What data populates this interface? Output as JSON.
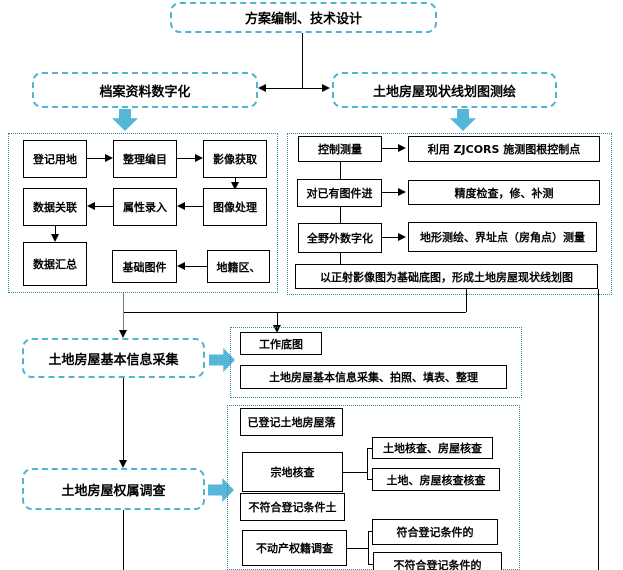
{
  "colors": {
    "accent_dashed_border": "#4fb3d4",
    "container_dotted_border": "#2e8b9a",
    "block_arrow": "#56b6d8",
    "line": "#000000"
  },
  "top": {
    "label": "方案编制、技术设计"
  },
  "level2": {
    "left_label": "档案资料数字化",
    "right_label": "土地房屋现状线划图测绘"
  },
  "left_flow": {
    "row1": [
      "登记用地",
      "整理编目",
      "影像获取"
    ],
    "row2": [
      "数据关联",
      "属性录入",
      "图像处理"
    ],
    "row3": [
      "数据汇总",
      "基础图件",
      "地籍区、"
    ]
  },
  "right_flow": {
    "steps": [
      {
        "label": "控制测量",
        "detail": "利用 ZJCORS 施测图根控制点"
      },
      {
        "label": "对已有图件进",
        "detail": "精度检查，修、补测"
      },
      {
        "label": "全野外数字化",
        "detail": "地形测绘、界址点（房角点）测量"
      }
    ],
    "footer": "以正射影像图为基础底图，形成土地房屋现状线划图"
  },
  "collect": {
    "label": "土地房屋基本信息采集"
  },
  "work": {
    "base": "工作底图",
    "detail": "土地房屋基本信息采集、拍照、填表、整理"
  },
  "ownership": {
    "label": "土地房屋权属调查"
  },
  "survey": {
    "registered": "已登记土地房屋落",
    "parcel": "宗地核查",
    "parcel_branches": [
      "土地核查、房屋核查",
      "土地、房屋核查核查"
    ],
    "noncompliant": "不符合登记条件土",
    "cadastral": "不动产权籍调查",
    "cadastral_branches": [
      "符合登记条件的",
      "不符合登记条件的"
    ]
  }
}
